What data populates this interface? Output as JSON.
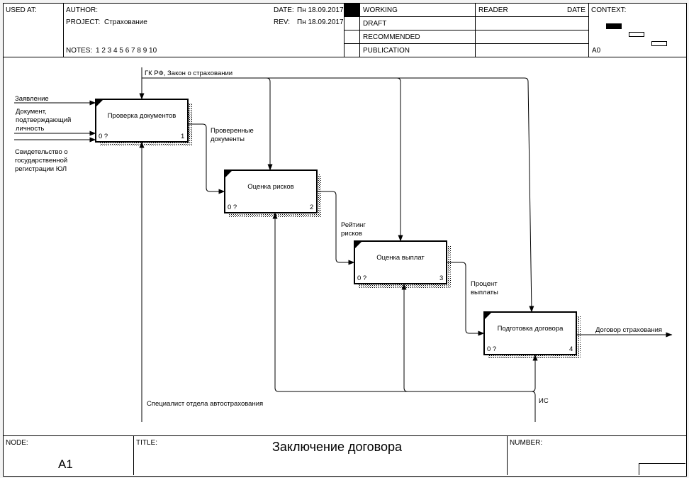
{
  "header": {
    "used_at_label": "USED AT:",
    "author_label": "AUTHOR:",
    "project_label": "PROJECT:",
    "project_value": "Страхование",
    "notes_label": "NOTES:",
    "notes_numbers": "1  2  3  4  5  6  7  8  9  10",
    "date_label": "DATE:",
    "date_value": "Пн 18.09.2017",
    "rev_label": "REV:",
    "rev_value": "Пн 18.09.2017",
    "status": [
      "WORKING",
      "DRAFT",
      "RECOMMENDED",
      "PUBLICATION"
    ],
    "reader_label": "READER",
    "reader_date_label": "DATE",
    "context_label": "CONTEXT:",
    "context_node": "A0"
  },
  "diagram": {
    "boxes": [
      {
        "title": "Проверка документов",
        "cost": "0 ?",
        "number": "1"
      },
      {
        "title": "Оценка рисков",
        "cost": "0 ?",
        "number": "2"
      },
      {
        "title": "Оценка выплат",
        "cost": "0 ?",
        "number": "3"
      },
      {
        "title": "Подготовка договора",
        "cost": "0 ?",
        "number": "4"
      }
    ],
    "arrows": {
      "control_top": "ГК РФ, Закон о страховании",
      "input_1": "Заявление",
      "input_2": "Документ, подтверждающий личность",
      "input_3": "Свидетельство о государственной регистрации ЮЛ",
      "out_1": "Проверенные документы",
      "out_2": "Рейтинг рисков",
      "out_3": "Процент выплаты",
      "out_4": "Договор страхования",
      "mech_1": "Специалист отдела автострахования",
      "mech_2": "ИС"
    }
  },
  "footer": {
    "node_label": "NODE:",
    "node_value": "A1",
    "title_label": "TITLE:",
    "title_value": "Заключение договора",
    "number_label": "NUMBER:"
  }
}
